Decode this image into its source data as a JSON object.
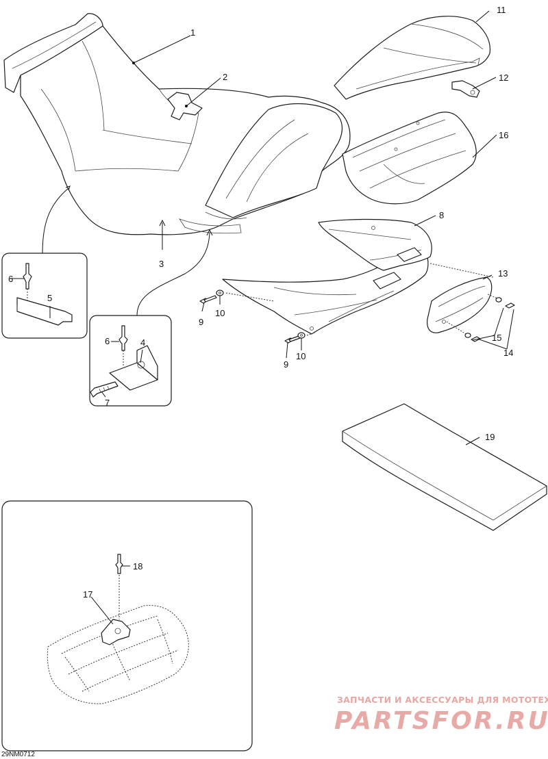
{
  "diagram": {
    "callouts": {
      "c1": "1",
      "c2": "2",
      "c3": "3",
      "c4": "4",
      "c5": "5",
      "c6a": "6",
      "c6b": "6",
      "c7": "7",
      "c8": "8",
      "c9a": "9",
      "c9b": "9",
      "c10a": "10",
      "c10b": "10",
      "c11": "11",
      "c12": "12",
      "c13": "13",
      "c14": "14",
      "c15": "15",
      "c16": "16",
      "c17": "17",
      "c18": "18",
      "c19": "19"
    },
    "figure_code": "29NM0712"
  },
  "watermark": {
    "tagline": "ЗАПЧАСТИ И АКСЕССУАРЫ ДЛЯ МОТОТЕХНИКИ",
    "logo": "PARTSFOR.RU",
    "color": "#e8aaa6"
  }
}
